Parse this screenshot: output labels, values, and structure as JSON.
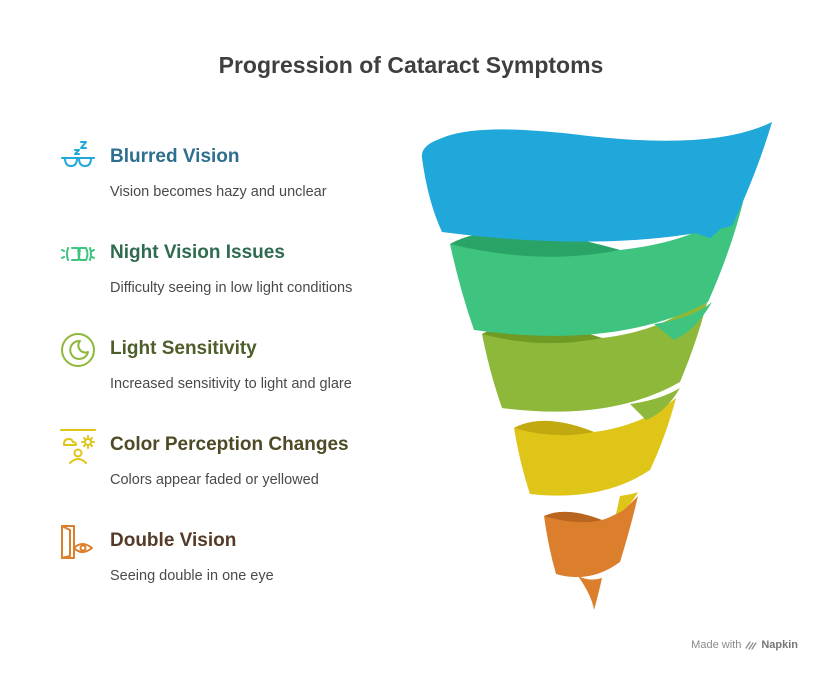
{
  "title": "Progression of Cataract Symptoms",
  "items": [
    {
      "label": "Blurred Vision",
      "desc": "Vision becomes hazy and unclear",
      "icon": "sleepy-glasses-icon",
      "color": "#1fa8d9"
    },
    {
      "label": "Night Vision Issues",
      "desc": "Difficulty seeing in low light conditions",
      "icon": "night-glasses-icon",
      "color": "#3ec47f"
    },
    {
      "label": "Light Sensitivity",
      "desc": "Increased sensitivity to light and glare",
      "icon": "moon-circle-icon",
      "color": "#8db83a"
    },
    {
      "label": "Color Perception Changes",
      "desc": "Colors appear faded or yellowed",
      "icon": "sun-person-icon",
      "color": "#e0c519"
    },
    {
      "label": "Double Vision",
      "desc": "Seeing double in one eye",
      "icon": "door-eye-icon",
      "color": "#dc7f2d"
    }
  ],
  "footer": {
    "prefix": "Made with",
    "brand": "Napkin"
  }
}
